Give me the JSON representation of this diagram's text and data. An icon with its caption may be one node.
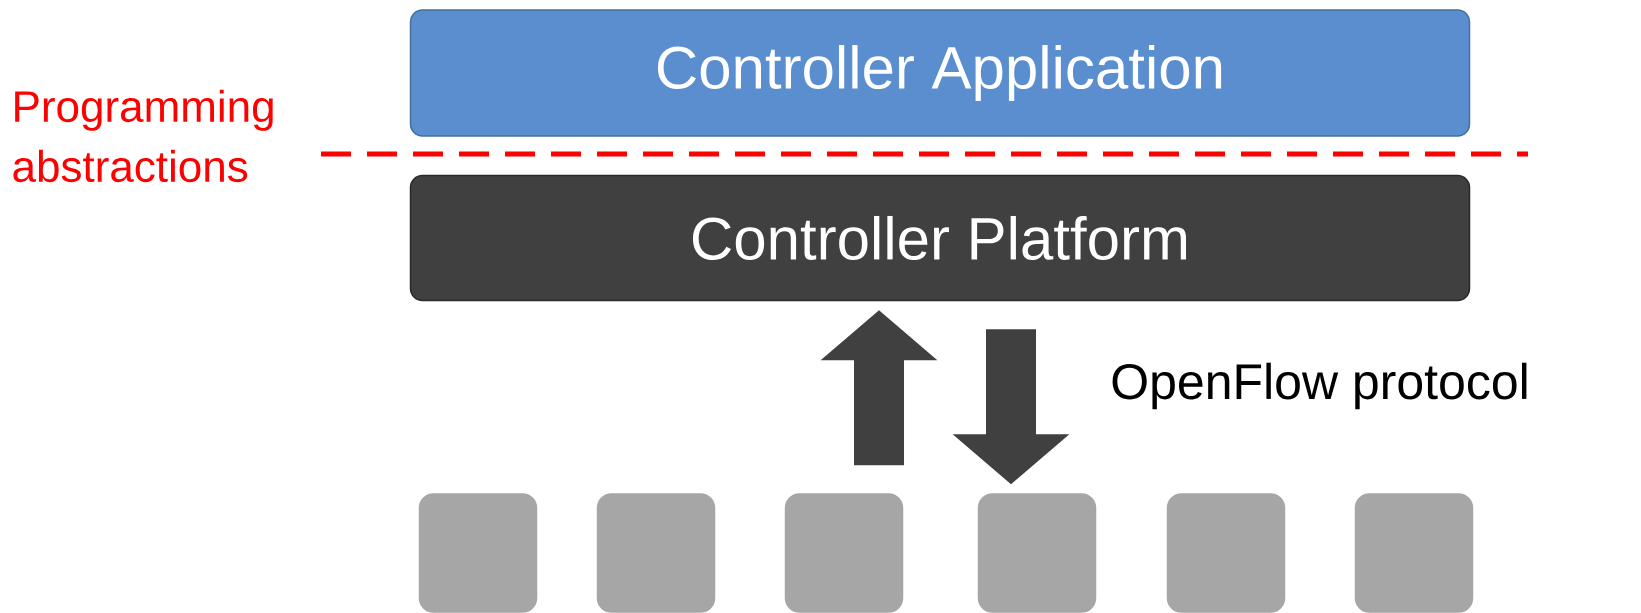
{
  "diagram": {
    "nodes": [
      {
        "text": [
          "Controller Application"
        ]
      },
      {
        "text": [
          "Controller Platform"
        ]
      },
      {
        "text": [],
        "shape": "box"
      },
      {
        "text": [],
        "shape": "box"
      },
      {
        "text": [],
        "shape": "box"
      },
      {
        "text": [],
        "shape": "box"
      },
      {
        "text": [],
        "shape": "box"
      },
      {
        "text": [],
        "shape": "box"
      }
    ],
    "edges": [
      {
        "from": 4,
        "to": 1,
        "arrow": "to"
      },
      {
        "from": 1,
        "to": 5,
        "arrow": "to"
      }
    ],
    "labels": [
      "Programming abstractions",
      "OpenFlow protocol"
    ]
  }
}
